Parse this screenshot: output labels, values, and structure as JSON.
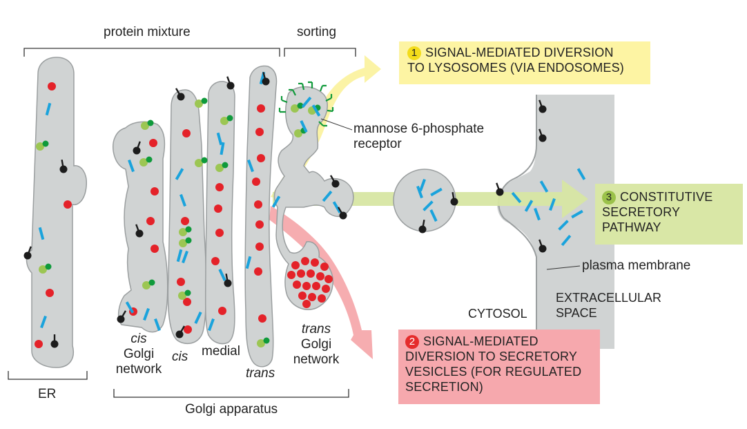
{
  "top_labels": {
    "protein_mixture": "protein mixture",
    "sorting": "sorting"
  },
  "boxes": {
    "lysosome": {
      "number": "1",
      "lines": [
        "SIGNAL-MEDIATED DIVERSION",
        "TO LYSOSOMES (VIA ENDOSOMES)"
      ]
    },
    "constitutive": {
      "number": "3",
      "lines": [
        "CONSTITUTIVE",
        "SECRETORY",
        "PATHWAY"
      ]
    },
    "regulated": {
      "number": "2",
      "lines": [
        "SIGNAL-MEDIATED",
        "DIVERSION TO SECRETORY",
        "VESICLES (FOR REGULATED",
        "SECRETION)"
      ]
    }
  },
  "receptor_label": [
    "mannose 6-phosphate",
    "receptor"
  ],
  "plasma_membrane_label": "plasma membrane",
  "cytosol_label": "CYTOSOL",
  "extracellular_label": [
    "EXTRACELLULAR",
    "SPACE"
  ],
  "cisterna_labels": {
    "cis_golgi_network": [
      "cis",
      "Golgi",
      "network"
    ],
    "cis": "cis",
    "medial": "medial",
    "trans": "trans",
    "trans_golgi_network": [
      "trans",
      "Golgi",
      "network"
    ]
  },
  "bottom_labels": {
    "er": "ER",
    "golgi_apparatus": "Golgi apparatus"
  },
  "colors": {
    "membrane_fill": "#d0d3d3",
    "membrane_stroke": "#9a9e9f",
    "red_protein": "#e42229",
    "green_protein": "#0f9a3b",
    "light_green_protein": "#9cc653",
    "blue_protein": "#1aa3dc",
    "yellow_arrow": "#fbf2a0",
    "green_arrow": "#d7e6a3",
    "red_arrow": "#f6a9ac"
  }
}
